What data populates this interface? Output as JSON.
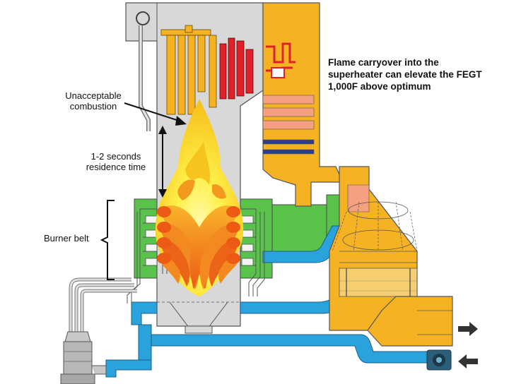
{
  "annotations": {
    "unacceptable_combustion": [
      "Unacceptable",
      "combustion"
    ],
    "residence_time": [
      "1-2 seconds",
      "residence time"
    ],
    "burner_belt": "Burner belt",
    "flame_carryover": [
      "Flame carryover into the",
      "superheater can elevate the FEGT",
      "1,000F above optimum"
    ]
  },
  "colors": {
    "furnace_gray": "#d8d8d8",
    "outline": "#555555",
    "superheater_yellow": "#f5b324",
    "reheater_red": "#e0202a",
    "burner_green": "#58c24a",
    "duct_blue": "#2aa3dc",
    "economizer_salmon": "#f5a080",
    "economizer_navy": "#2c3e8c",
    "flame_orange": "#f07a1a",
    "flame_yellow": "#fff04a"
  },
  "icons": [
    "flame-icon",
    "outlet-arrow-icon",
    "inlet-arrow-icon",
    "fan-icon",
    "pulverizer-icon"
  ]
}
